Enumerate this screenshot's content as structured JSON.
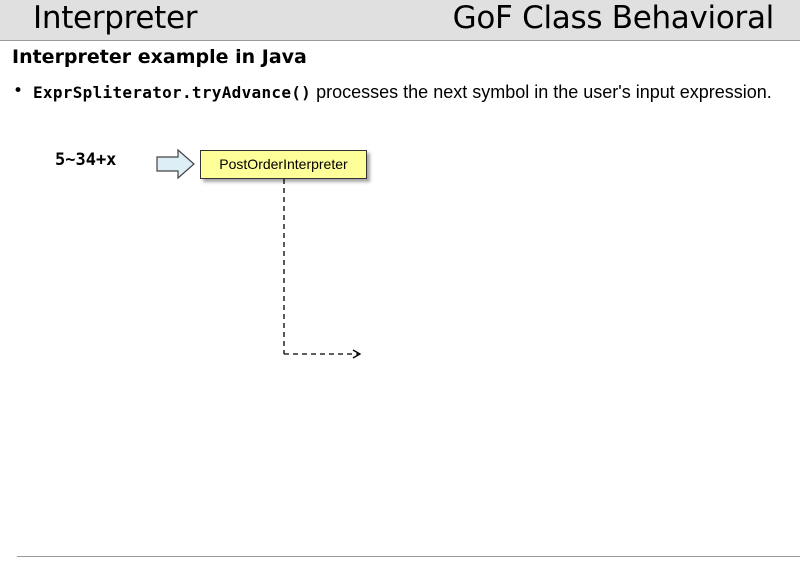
{
  "header": {
    "topic": "Interpreter",
    "category": "GoF Class Behavioral"
  },
  "subtitle": "Interpreter example in Java",
  "bullet": {
    "code": "ExprSpliterator.tryAdvance()",
    "text": " processes the next symbol in the user's input expression."
  },
  "diagram": {
    "input_expression": "5~34+x",
    "class_box_label": "PostOrderInterpreter",
    "arrow_icon": "block-right-arrow-icon",
    "colors": {
      "class_box_fill": "#ffff99",
      "arrow_fill": "#ddeef7"
    }
  }
}
